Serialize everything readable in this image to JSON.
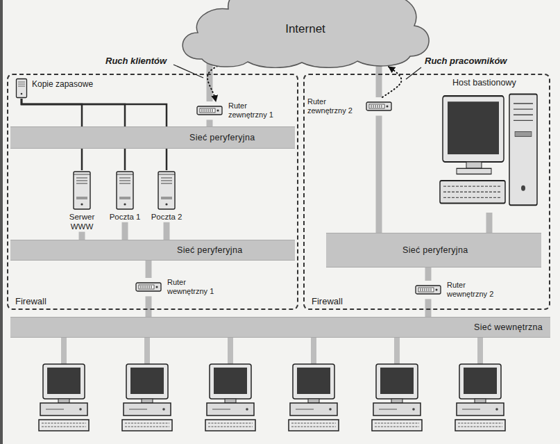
{
  "diagram": {
    "nodes": [
      {
        "text": [
          "Internet"
        ]
      },
      {
        "text": [
          "Firewall"
        ]
      },
      {
        "text": [
          "Kopie zapasowe"
        ],
        "in": 1
      },
      {
        "text": [
          "Ruter zewnętrzny 1"
        ],
        "in": 1
      },
      {
        "text": [
          "Sieć peryferyjna"
        ],
        "in": 1
      },
      {
        "text": [
          "Serwer WWW"
        ],
        "in": 1
      },
      {
        "text": [
          "Poczta 1"
        ],
        "in": 1
      },
      {
        "text": [
          "Poczta 2"
        ],
        "in": 1
      },
      {
        "text": [
          "Sieć peryferyjna"
        ],
        "in": 1
      },
      {
        "text": [
          "Ruter wewnętrzny 1"
        ],
        "in": 1
      },
      {
        "text": [
          "Firewall"
        ]
      },
      {
        "text": [
          "Ruter zewnętrzny 2"
        ],
        "in": 10
      },
      {
        "text": [
          "Host bastionowy"
        ],
        "in": 10
      },
      {
        "text": [
          "Sieć peryferyjna"
        ],
        "in": 10
      },
      {
        "text": [
          "Ruter wewnętrzny 2"
        ],
        "in": 10
      },
      {
        "text": [
          "Sieć wewnętrzna"
        ]
      }
    ],
    "edges": [
      {
        "from": 0,
        "to": 3,
        "arrow": "to"
      },
      {
        "from": 3,
        "to": 0,
        "arrow": "none"
      },
      {
        "from": 11,
        "to": 0,
        "arrow": "to"
      },
      {
        "from": 11,
        "to": 0,
        "arrow": "none"
      },
      {
        "from": 3,
        "to": 4,
        "arrow": "none"
      },
      {
        "from": 2,
        "to": 5,
        "arrow": "none"
      },
      {
        "from": 2,
        "to": 6,
        "arrow": "none"
      },
      {
        "from": 2,
        "to": 7,
        "arrow": "none"
      },
      {
        "from": 5,
        "to": 8,
        "arrow": "none"
      },
      {
        "from": 6,
        "to": 8,
        "arrow": "none"
      },
      {
        "from": 7,
        "to": 8,
        "arrow": "none"
      },
      {
        "from": 8,
        "to": 9,
        "arrow": "none"
      },
      {
        "from": 9,
        "to": 15,
        "arrow": "none"
      },
      {
        "from": 11,
        "to": 13,
        "arrow": "none"
      },
      {
        "from": 12,
        "to": 13,
        "arrow": "none"
      },
      {
        "from": 13,
        "to": 14,
        "arrow": "none"
      },
      {
        "from": 14,
        "to": 15,
        "arrow": "none"
      }
    ],
    "labels": [
      "Ruch klientów",
      "Ruch pracowników"
    ]
  }
}
